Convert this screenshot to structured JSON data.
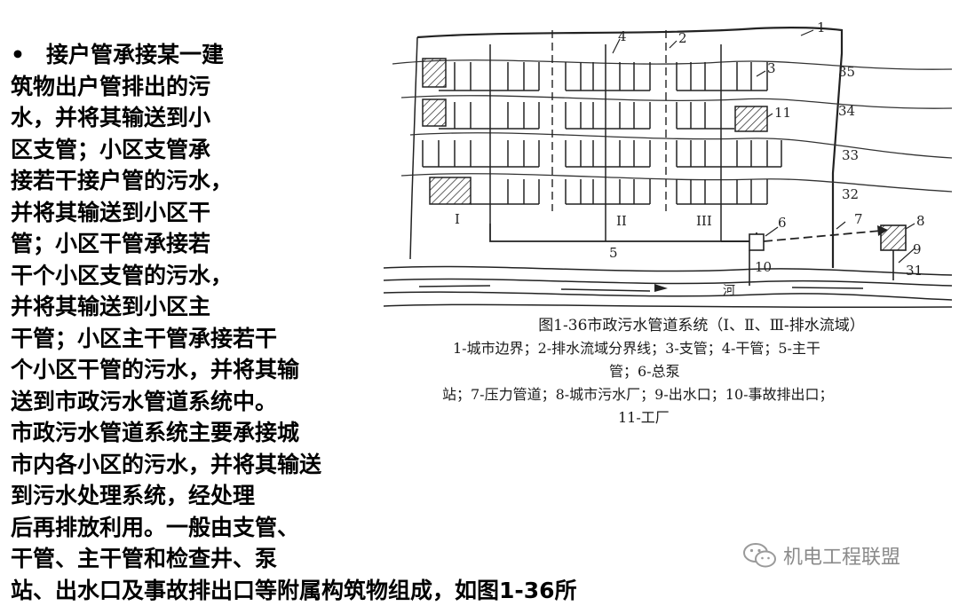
{
  "body": {
    "bullet": "•",
    "lines": [
      "接户管承接某一建",
      "筑物出户管排出的污",
      "水，并将其输送到小",
      "区支管；小区支管承",
      "接若干接户管的污水，",
      "并将其输送到小区干",
      "管；小区干管承接若",
      "干个小区支管的污水，",
      "并将其输送到小区主",
      "干管；小区主干管承接若干",
      "个小区干管的污水，并将其输",
      "送到市政污水管道系统中。",
      "市政污水管道系统主要承接城",
      "市内各小区的污水，并将其输送",
      "到污水处理系统，经处理",
      "后再排放利用。一般由支管、",
      "干管、主干管和检查井、泵",
      "站、出水口及事故排出口等附属构筑物组成，如图1-36所"
    ]
  },
  "figure": {
    "labels": {
      "n1": "1",
      "n2": "2",
      "n3": "3",
      "n4": "4",
      "n5": "5",
      "n6": "6",
      "n7": "7",
      "n8": "8",
      "n9": "9",
      "n10": "10",
      "n11": "11",
      "c35": "35",
      "c34": "34",
      "c33": "33",
      "c32": "32",
      "c31": "31",
      "zone1": "I",
      "zone2": "II",
      "zone3": "III",
      "river": "河"
    },
    "caption_title": "图1-36市政污水管道系统（Ⅰ、Ⅱ、Ⅲ-排水流域）",
    "legend_lines": [
      "1-城市边界；2-排水流域分界线；3-支管；4-干管；5-主干",
      "管；6-总泵",
      "站；7-压力管道；8-城市污水厂；9-出水口；10-事故排出口；",
      "11-工厂"
    ]
  },
  "watermark": {
    "text": "机电工程联盟",
    "icon": "wechat-icon"
  }
}
